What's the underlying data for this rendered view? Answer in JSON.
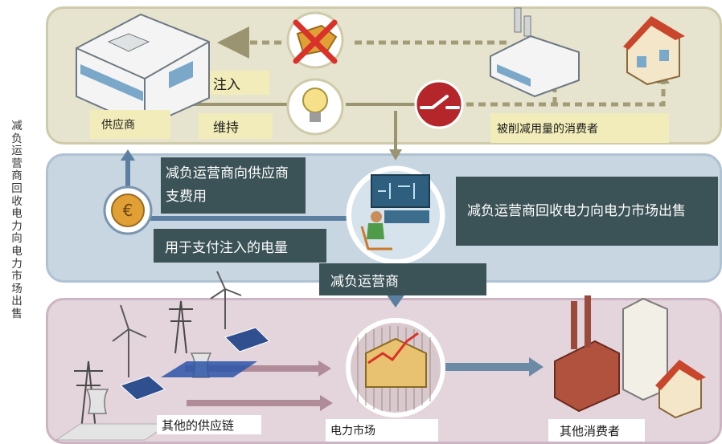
{
  "side_title": "减负运营商回收电力向电力市场出售",
  "labels": {
    "supplier": "供应商",
    "inject": "注入",
    "maintain": "维持",
    "curtailed_consumer": "被削减用量的消费者",
    "pay_supplier": "减负运营商向供应商支费用",
    "sell_to_market": "减负运营商回收电力向电力市场出售",
    "pay_injected": "用于支付注入的电量",
    "operator": "减负运营商",
    "other_supply_chain": "其他的供应链",
    "power_market": "电力市场",
    "other_consumers": "其他消费者"
  },
  "colors": {
    "top_band": "#e6e4cf",
    "middle_band": "#c8d6e2",
    "bottom_band": "#e4d4dc",
    "dark_label": "#3b5257",
    "beige_label": "#f1ecb9",
    "switch_red": "#b5262a",
    "arrow_olive": "#9a9470"
  }
}
